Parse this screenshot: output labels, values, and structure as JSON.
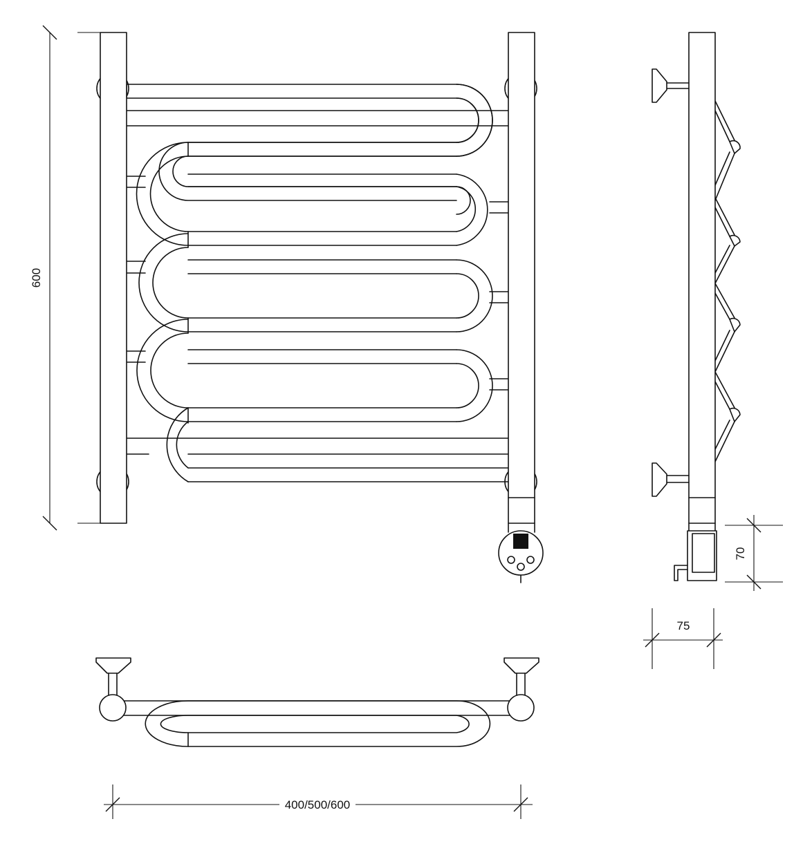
{
  "dimensions": {
    "height": "600",
    "width": "400/500/600",
    "depth": "75",
    "control_height": "70"
  },
  "colors": {
    "line": "#111111",
    "background": "#ffffff",
    "display": "#111111"
  }
}
